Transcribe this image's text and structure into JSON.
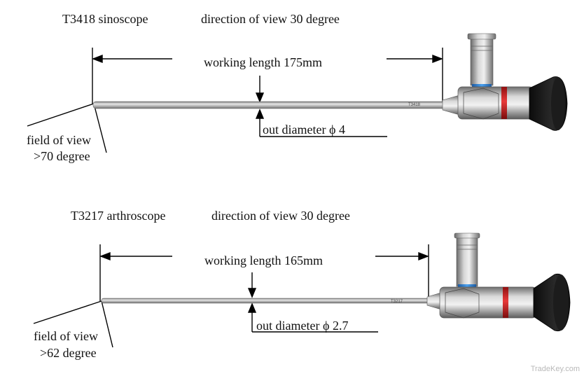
{
  "scopes": [
    {
      "model_name": "T3418 sinoscope",
      "direction_of_view": "direction of view 30 degree",
      "working_length": "working length 175mm",
      "out_diameter": "out diameter   ϕ 4",
      "fov_line1": "field of view",
      "fov_line2": ">70 degree",
      "shaft_mark": "T3418"
    },
    {
      "model_name": "T3217 arthroscope",
      "direction_of_view": "direction of view 30 degree",
      "working_length": "working length 165mm",
      "out_diameter": "out diameter   ϕ 2.7",
      "fov_line1": "field of view",
      "fov_line2": ">62 degree",
      "shaft_mark": "T3217"
    }
  ],
  "watermark": "TradeKey.com",
  "colors": {
    "band_red": "#d42a2a",
    "band_blue": "#2f7fd0",
    "eyecup": "#1a1a1a",
    "metal": "#a9a9a9"
  }
}
